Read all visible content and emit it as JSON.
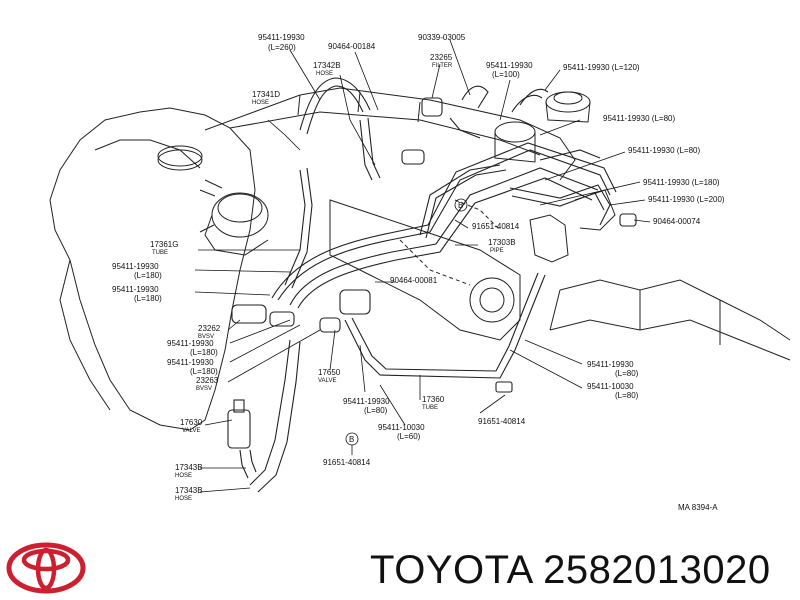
{
  "labels": {
    "p1": "95411-19930",
    "p1_len": "(L=260)",
    "p2": "90464-00184",
    "p3": "90339-03005",
    "p4": "23265",
    "p4_name": "FILTER",
    "p5": "95411-19930",
    "p5_len": "(L=100)",
    "p6": "95411-19930  (L=120)",
    "p7": "17342B",
    "p7_name": "HOSE",
    "p8": "17341D",
    "p8_name": "HOSE",
    "p9": "95411-19930  (L=80)",
    "p10": "95411-19930  (L=80)",
    "p11": "95411-19930  (L=180)",
    "p12": "95411-19930  (L=200)",
    "p13": "90464-00074",
    "p14": "91651-40814",
    "p15": "17303B",
    "p15_name": "PIPE",
    "p16": "17361G",
    "p16_name": "TUBE",
    "p17": "95411-19930",
    "p17_len": "(L=180)",
    "p18": "95411-19930",
    "p18_len": "(L=180)",
    "p19": "90464-00081",
    "p20": "23262",
    "p20_name": "BVSV",
    "p21": "95411-19930",
    "p21_len": "(L=180)",
    "p22": "95411-19930",
    "p22_len": "(L=180)",
    "p23": "23263",
    "p23_name": "BVSV",
    "p24": "17650",
    "p24_name": "VALVE",
    "p25": "95411-19930",
    "p25_len": "(L=80)",
    "p26": "17360",
    "p26_name": "TUBE",
    "p27": "95411-19930",
    "p27_len": "(L=80)",
    "p28": "95411-10030",
    "p28_len": "(L=80)",
    "p29": "91651-40814",
    "p30": "17630",
    "p30_name": "VALVE",
    "p31": "95411-10030",
    "p31_len": "(L=60)",
    "p32": "91651-40814",
    "p33": "17343B",
    "p33_name": "HOSE",
    "p34": "17343B",
    "p34_name": "HOSE",
    "ref": "MA  8394-A",
    "mark_b": "B"
  },
  "footer": {
    "brand_text": "TOYOTA 2582013020",
    "logo_icon": "toyota-logo-icon",
    "logo_color": "#cc1f2f"
  }
}
